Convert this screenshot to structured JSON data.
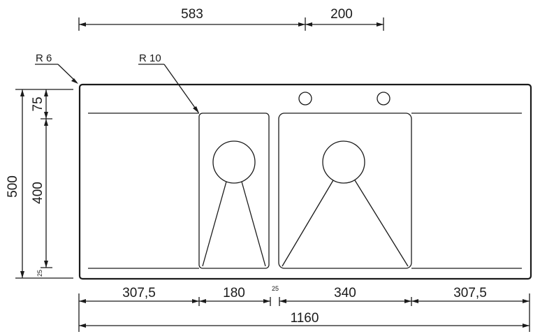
{
  "dimensions": {
    "top_583": "583",
    "top_200": "200",
    "radius_outer": "R 6",
    "radius_inner": "R 10",
    "left_500": "500",
    "left_75": "75",
    "left_400": "400",
    "left_25": "25",
    "bottom_307_5_left": "307,5",
    "bottom_180": "180",
    "bottom_25": "25",
    "bottom_340": "340",
    "bottom_307_5_right": "307,5",
    "bottom_total": "1160"
  }
}
